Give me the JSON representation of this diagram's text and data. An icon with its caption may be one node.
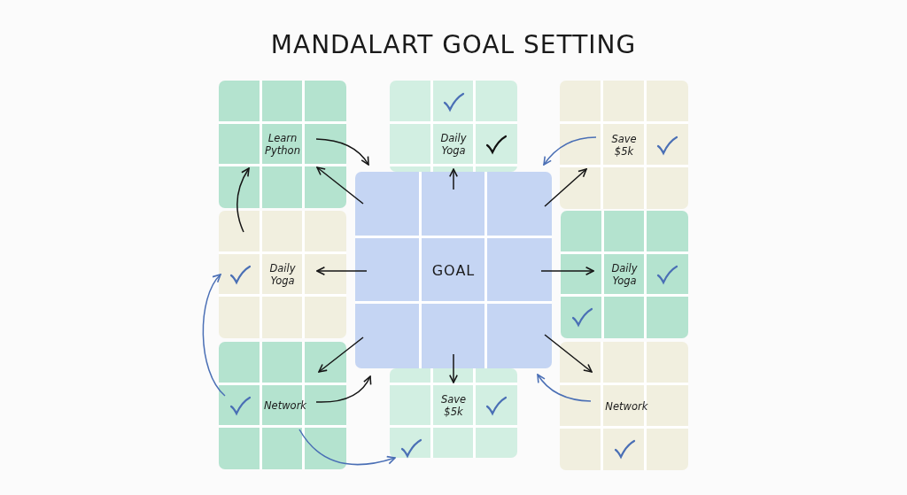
{
  "diagram": {
    "title": "MANDALART GOAL SETTING",
    "nodes": [
      {
        "text": [
          "Learn Python"
        ]
      },
      {
        "text": [
          "Daily Yoga"
        ]
      },
      {
        "text": [
          "Save $5k"
        ]
      },
      {
        "text": [
          "Daily Yoga"
        ]
      },
      {
        "text": [
          "GOAL"
        ]
      },
      {
        "text": [
          "Daily Yoga"
        ]
      },
      {
        "text": [
          "Network"
        ]
      },
      {
        "text": [
          "Save $5k"
        ]
      },
      {
        "text": [
          "Network"
        ]
      }
    ],
    "edges": [
      {
        "from": 4,
        "to": 0,
        "arrow": "to"
      },
      {
        "from": 0,
        "to": 4,
        "arrow": "to"
      },
      {
        "from": 4,
        "to": 1,
        "arrow": "to"
      },
      {
        "from": 4,
        "to": 2,
        "arrow": "to"
      },
      {
        "from": 2,
        "to": 4,
        "arrow": "to",
        "color": "#4a6fb5"
      },
      {
        "from": 4,
        "to": 3,
        "arrow": "to"
      },
      {
        "from": 3,
        "to": 0,
        "arrow": "to"
      },
      {
        "from": 4,
        "to": 5,
        "arrow": "to"
      },
      {
        "from": 4,
        "to": 6,
        "arrow": "to"
      },
      {
        "from": 6,
        "to": 4,
        "arrow": "to"
      },
      {
        "from": 6,
        "to": 3,
        "arrow": "to",
        "color": "#4a6fb5"
      },
      {
        "from": 6,
        "to": 7,
        "arrow": "to",
        "color": "#4a6fb5"
      },
      {
        "from": 4,
        "to": 7,
        "arrow": "to"
      },
      {
        "from": 4,
        "to": 8,
        "arrow": "to"
      },
      {
        "from": 8,
        "to": 4,
        "arrow": "to",
        "color": "#4a6fb5"
      }
    ]
  }
}
